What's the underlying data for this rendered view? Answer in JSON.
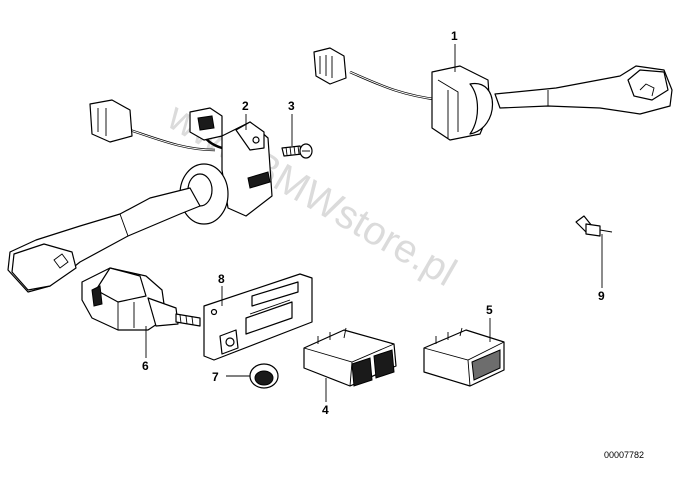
{
  "diagram": {
    "labels": [
      {
        "id": "1",
        "text": "1"
      },
      {
        "id": "2",
        "text": "2"
      },
      {
        "id": "3",
        "text": "3"
      },
      {
        "id": "4",
        "text": "4"
      },
      {
        "id": "5",
        "text": "5"
      },
      {
        "id": "6",
        "text": "6"
      },
      {
        "id": "7",
        "text": "7"
      },
      {
        "id": "8",
        "text": "8"
      },
      {
        "id": "9",
        "text": "9"
      }
    ],
    "watermark": "www.BMWstore.pl",
    "reference_number": "00007782"
  }
}
